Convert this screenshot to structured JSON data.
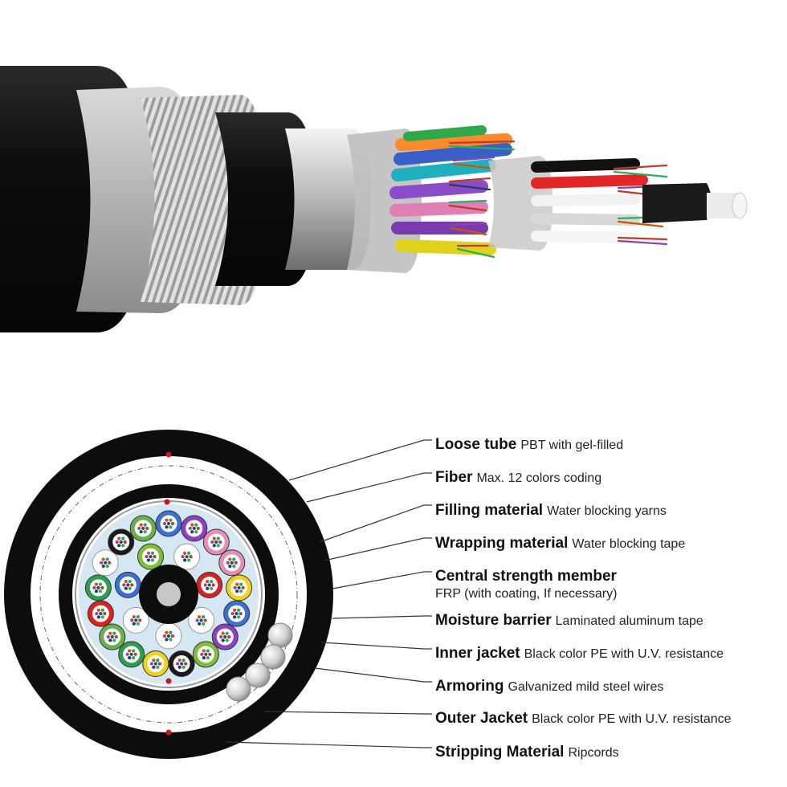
{
  "labels": [
    {
      "title": "Loose tube",
      "desc": "PBT with gel-filled"
    },
    {
      "title": "Fiber",
      "desc": "Max. 12 colors coding"
    },
    {
      "title": "Filling material",
      "desc": "Water blocking yarns"
    },
    {
      "title": "Wrapping material",
      "desc": "Water blocking tape"
    },
    {
      "title": "Central strength member",
      "desc": "FRP (with coating, If necessary)"
    },
    {
      "title": "Moisture barrier",
      "desc": "Laminated aluminum tape"
    },
    {
      "title": "Inner jacket",
      "desc": "Black color PE with U.V. resistance"
    },
    {
      "title": "Armoring",
      "desc": "Galvanized mild steel wires"
    },
    {
      "title": "Outer Jacket",
      "desc": "Black color PE with U.V. resistance"
    },
    {
      "title": "Stripping Material",
      "desc": "Ripcords"
    }
  ],
  "colors": {
    "jacket": "#0d0d0d",
    "leader": "#333333",
    "ripcord": "#d0141e",
    "armor": "#d8d8d8",
    "csm": "#c8c8c8"
  },
  "tube_colors": [
    "#3a6fd6",
    "#8e3fc2",
    "#e58fb4",
    "#e58fb4",
    "#f0d21a",
    "#3a6fd6",
    "#8e3fc2",
    "#7fbf3a",
    "#1a1a1a",
    "#f0d21a",
    "#2e9e4f",
    "#6ab04c",
    "#e02020",
    "#2e9e4f",
    "#ffffff",
    "#1a1a1a",
    "#6ab04c",
    "#ffffff",
    "#e02020",
    "#ffffff",
    "#ffffff",
    "#ffffff",
    "#3a6fd6",
    "#7fbf3a"
  ]
}
